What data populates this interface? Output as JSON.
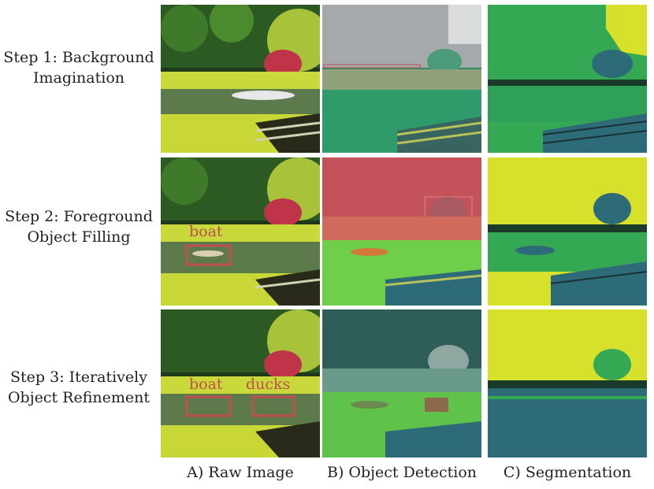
{
  "rows": [
    {
      "label_line1": "Step 1: Background",
      "label_line2": "Imagination"
    },
    {
      "label_line1": "Step 2: Foreground",
      "label_line2": "Object Filling"
    },
    {
      "label_line1": "Step 3: Iteratively",
      "label_line2": "Object Refinement"
    }
  ],
  "columns": [
    {
      "label": "A) Raw Image"
    },
    {
      "label": "B) Object Detection"
    },
    {
      "label": "C) Segmentation"
    }
  ],
  "annotations": {
    "step2": [
      {
        "label": "boat"
      }
    ],
    "step3": [
      {
        "label": "boat"
      },
      {
        "label": "ducks"
      }
    ]
  },
  "colors": {
    "box": "#c0504d",
    "seg_yellow": "#d7e02a",
    "seg_green": "#35a853",
    "seg_teal": "#2e6b79"
  }
}
